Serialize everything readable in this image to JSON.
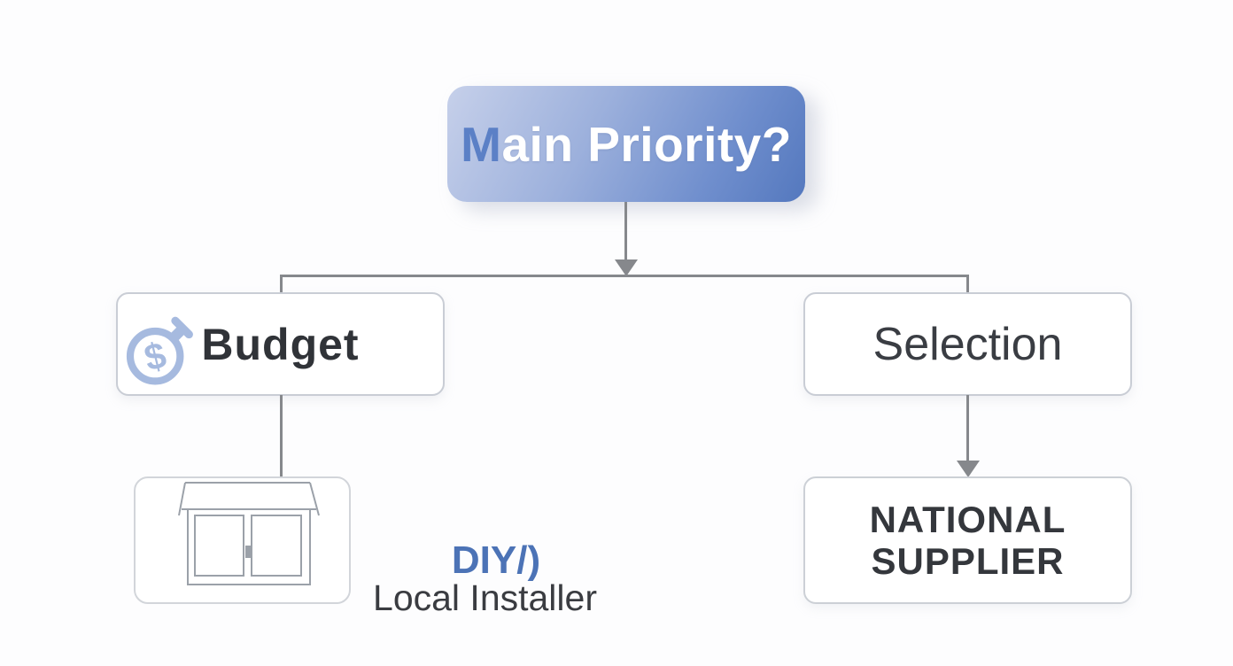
{
  "diagram": {
    "title": "Main Priority decision flowchart",
    "root": {
      "full_label": "Main Priority?",
      "label_highlight": "M",
      "label_rest": "ain Priority?"
    },
    "branches": {
      "budget": {
        "label": "Budget",
        "icon": "stopwatch-dollar-icon"
      },
      "selection": {
        "label": "Selection"
      }
    },
    "leaves": {
      "window": {
        "icon": "window-awning-icon"
      },
      "diy": {
        "line1": "DIY/)",
        "line2": "Local Installer"
      },
      "supplier": {
        "line1": "NATIONAL",
        "line2": "SUPPLIER"
      }
    },
    "icons": {
      "dollar_glyph": "$"
    },
    "edges": [
      {
        "from": "main-priority",
        "to": "branch-split",
        "arrow": true
      },
      {
        "from": "branch-split",
        "to": "budget",
        "arrow": false
      },
      {
        "from": "branch-split",
        "to": "selection",
        "arrow": false
      },
      {
        "from": "budget",
        "to": "window-illustration",
        "arrow": false
      },
      {
        "from": "selection",
        "to": "national-supplier",
        "arrow": true
      }
    ]
  },
  "colors": {
    "root_gradient_start": "#c6d0ea",
    "root_gradient_end": "#5478be",
    "root_text": "#ffffff",
    "root_highlight_letter": "#5b80c6",
    "connector_gray": "#86888c",
    "box_border_gray": "#c9cdd5",
    "icon_periwinkle": "#a6badf",
    "diy_blue": "#4c73b6",
    "dark_text": "#33363b",
    "background": "#fdfdfe"
  }
}
